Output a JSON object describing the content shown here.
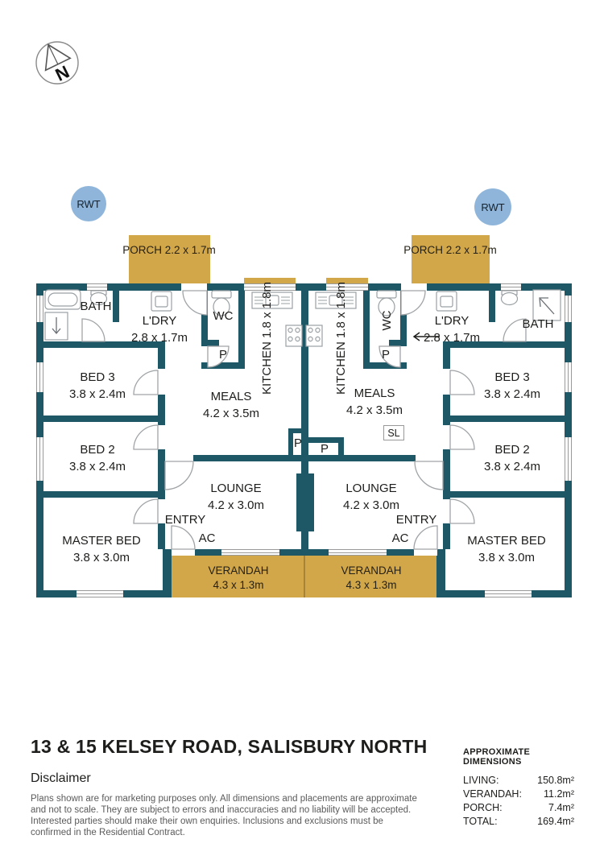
{
  "address_title": "13 & 15 KELSEY ROAD, SALISBURY NORTH",
  "disclaimer": {
    "heading": "Disclaimer",
    "body": "Plans shown are for marketing purposes only. All dimensions and placements are approximate and not to scale. They are subject to errors and inaccuracies and no liability will be accepted. Interested parties should make their own enquiries. Inclusions and exclusions must be confirmed in the Residential Contract."
  },
  "dims_table": {
    "heading": "APPROXIMATE DIMENSIONS",
    "rows": [
      {
        "label": "LIVING:",
        "value": "150.8m²"
      },
      {
        "label": "VERANDAH:",
        "value": "11.2m²"
      },
      {
        "label": "PORCH:",
        "value": "7.4m²"
      },
      {
        "label": "TOTAL:",
        "value": "169.4m²"
      }
    ]
  },
  "compass_letter": "N",
  "rwt_label": "RWT",
  "rooms": {
    "porch_name": "PORCH",
    "porch_dims": "2.2 x 1.7m",
    "bath": "BATH",
    "ldry_name": "L'DRY",
    "ldry_dims": "2.8 x 1.7m",
    "wc": "WC",
    "p": "P",
    "sl": "SL",
    "kitchen_name": "KITCHEN",
    "kitchen_dims": "1.8 x 1.8m",
    "meals_name": "MEALS",
    "meals_dims": "4.2 x 3.5m",
    "bed3_name": "BED 3",
    "bed3_dims": "3.8 x 2.4m",
    "bed2_name": "BED 2",
    "bed2_dims": "3.8 x 2.4m",
    "master_name": "MASTER BED",
    "master_dims": "3.8 x 3.0m",
    "lounge_name": "LOUNGE",
    "lounge_dims": "4.2 x 3.0m",
    "entry": "ENTRY",
    "ac": "AC",
    "verandah_name": "VERANDAH",
    "verandah_dims": "4.3 x 1.3m"
  },
  "colors": {
    "wall": "#1e5765",
    "feature_gold": "#d2a74a",
    "rwt_blue": "#8fb6da"
  }
}
